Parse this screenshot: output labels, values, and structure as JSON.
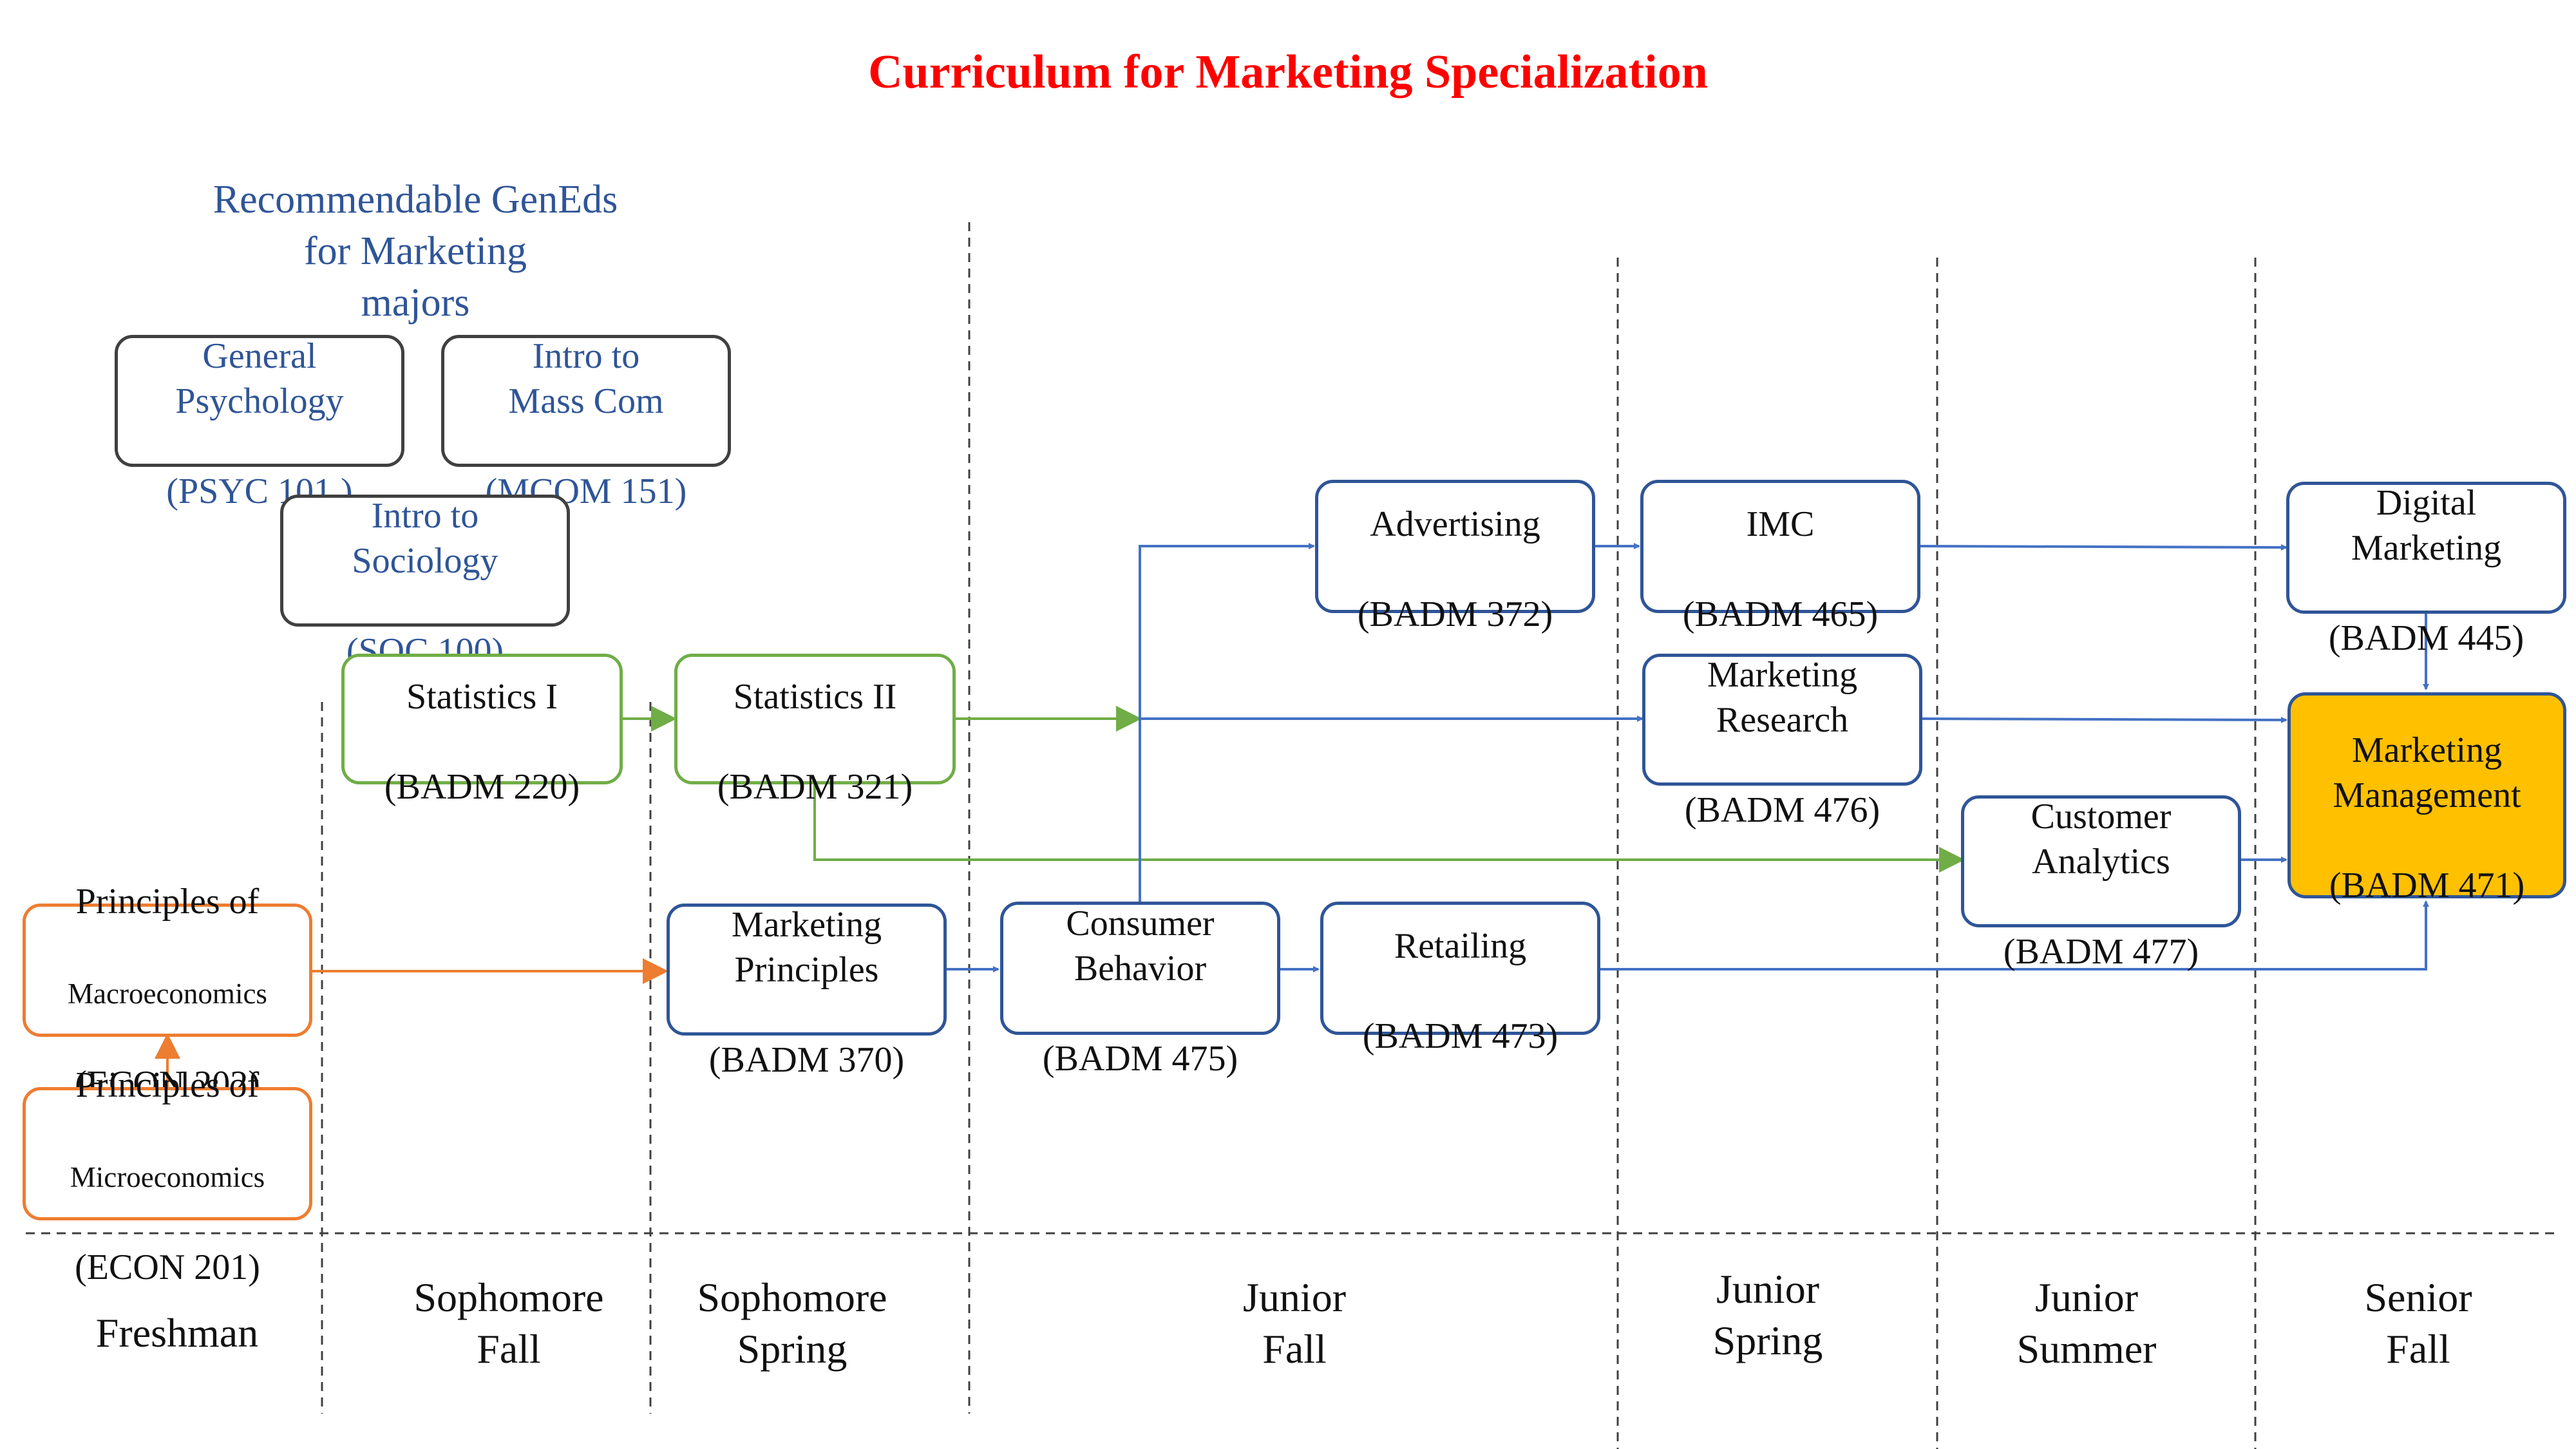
{
  "title": "Curriculum for Marketing Specialization",
  "gened_heading": "Recommendable GenEds\nfor Marketing\nmajors",
  "colors": {
    "title": "#ff0000",
    "gened_text": "#2f5597",
    "gened_border": "#404040",
    "stats": "#70ad47",
    "econ": "#ed7d31",
    "badm": "#2f5597",
    "capstone_fill": "#ffc000",
    "text": "#111111",
    "divider": "#404040"
  },
  "gened_courses": [
    {
      "name": "General\nPsychology",
      "code": "(PSYC 101 )"
    },
    {
      "name": "Intro to\nMass Com",
      "code": "(MCOM 151)"
    },
    {
      "name": "Intro to\nSociology",
      "code": "(SOC 100)"
    }
  ],
  "courses": {
    "stats1": {
      "name": "Statistics I",
      "code": "(BADM 220)"
    },
    "stats2": {
      "name": "Statistics II",
      "code": "(BADM 321)"
    },
    "macro": {
      "name_top": "Principles of",
      "name_sub": "Macroeconomics",
      "code": "(ECON 202)"
    },
    "micro": {
      "name_top": "Principles of",
      "name_sub": "Microeconomics",
      "code": "(ECON 201)"
    },
    "mkt_principles": {
      "name": "Marketing\nPrinciples",
      "code": "(BADM 370)"
    },
    "consumer": {
      "name": "Consumer\nBehavior",
      "code": "(BADM 475)"
    },
    "retailing": {
      "name": "Retailing",
      "code": "(BADM 473)"
    },
    "advertising": {
      "name": "Advertising",
      "code": "(BADM 372)"
    },
    "imc": {
      "name": "IMC",
      "code": "(BADM 465)"
    },
    "research": {
      "name": "Marketing\nResearch",
      "code": "(BADM 476)"
    },
    "analytics": {
      "name": "Customer\nAnalytics",
      "code": "(BADM 477)"
    },
    "digital": {
      "name": "Digital\nMarketing",
      "code": "(BADM 445)"
    },
    "mgmt": {
      "name": "Marketing\nManagement",
      "code": "(BADM 471)"
    }
  },
  "terms": [
    "Freshman",
    "Sophomore\nFall",
    "Sophomore\nSpring",
    "Junior\nFall",
    "Junior\nSpring",
    "Junior\nSummer",
    "Senior\nFall"
  ]
}
